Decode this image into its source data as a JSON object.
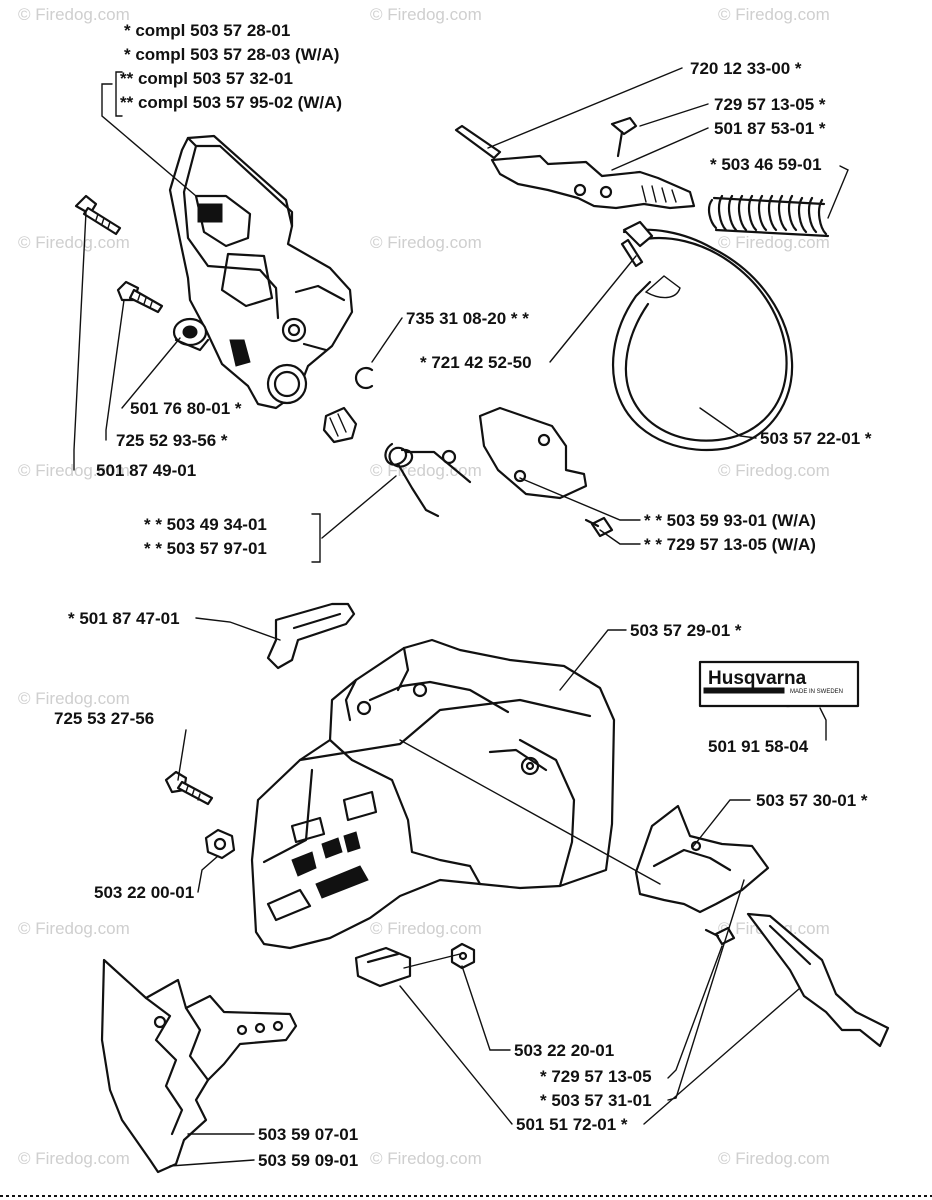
{
  "watermark": "© Firedog.com",
  "logo": {
    "brand": "Husqvarna",
    "subtitle": "MADE IN SWEDEN"
  },
  "labels": [
    "*  compl 503 57 28-01",
    "*  compl 503 57 28-03 (W/A)",
    "**  compl 503 57 32-01",
    "**  compl 503 57 95-02 (W/A)",
    "720 12 33-00  *",
    "729 57 13-05  *",
    "501 87 53-01  *",
    "*  503 46 59-01",
    "735 31 08-20  * *",
    "*  721 42 52-50",
    "501 76 80-01  *",
    "725 52 93-56  *",
    "501 87 49-01",
    "503 57 22-01  *",
    "* * 503 49 34-01",
    "* * 503 57 97-01",
    "* *  503 59 93-01 (W/A)",
    "* *  729 57 13-05 (W/A)",
    "*  501 87 47-01",
    "503 57 29-01  *",
    "725 53 27-56",
    "501 91 58-04",
    "503 57 30-01  *",
    "503 22 00-01",
    "503 22 20-01",
    "*  729 57 13-05",
    "*  503 57 31-01",
    "501 51 72-01  *",
    "503 59 07-01",
    "503 59 09-01"
  ]
}
